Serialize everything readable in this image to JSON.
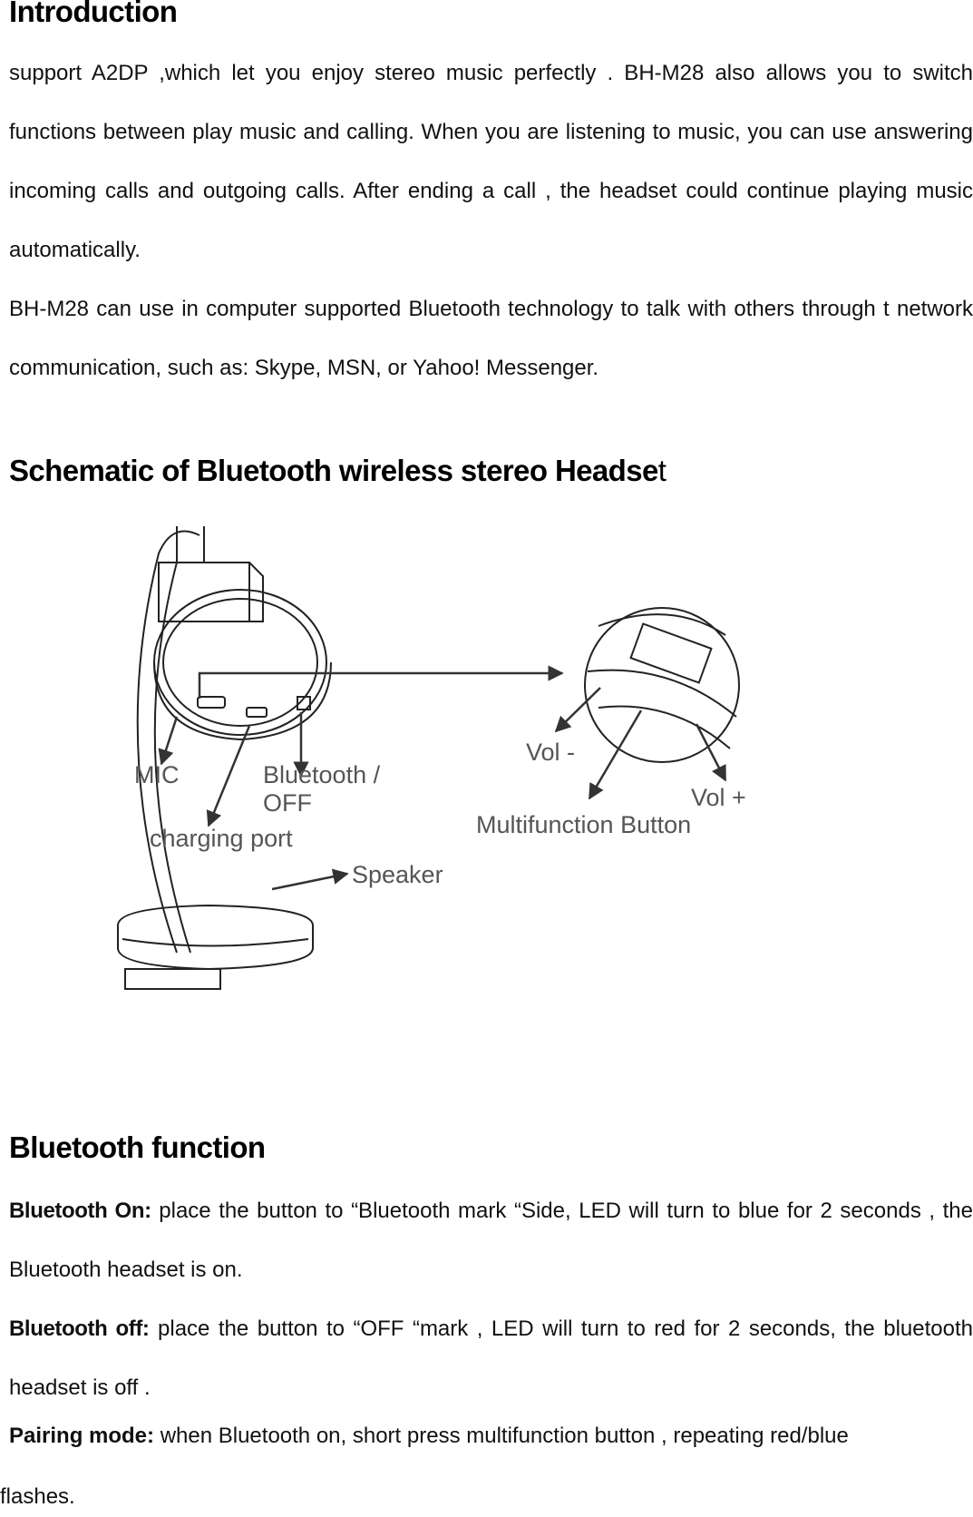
{
  "intro": {
    "heading": "Introduction",
    "para1": "support A2DP ,which let you enjoy stereo music perfectly . BH-M28 also allows you to switch functions between play music and calling. When you are listening to music, you can use answering incoming calls and outgoing calls. After ending a call , the headset could continue playing music automatically.",
    "para2": "BH-M28 can use in computer supported Bluetooth technology to talk with others through t network communication, such as: Skype, MSN, or Yahoo! Messenger."
  },
  "schematic": {
    "heading_main": "Schematic of Bluetooth wireless stereo Headse",
    "heading_tail": "t",
    "labels": {
      "mic": "MIC",
      "bt_off_line1": "Bluetooth /",
      "bt_off_line2": "OFF",
      "charging_port": "charging port",
      "speaker": "Speaker",
      "vol_minus": "Vol -",
      "vol_plus": "Vol +",
      "multifunction": "Multifunction Button"
    }
  },
  "bluetooth": {
    "heading": "Bluetooth function",
    "on_label": "Bluetooth On:",
    "on_text": " place the button to “Bluetooth mark “Side, LED will turn to blue for 2 seconds , the Bluetooth headset is on.",
    "off_label": "Bluetooth off:",
    "off_text": " place the button to “OFF “mark , LED will turn to red for 2 seconds, the bluetooth headset is off .",
    "pairing_label": "Pairing mode:",
    "pairing_text": " when Bluetooth on, short press multifunction button , repeating red/blue",
    "pairing_tail": "flashes."
  }
}
